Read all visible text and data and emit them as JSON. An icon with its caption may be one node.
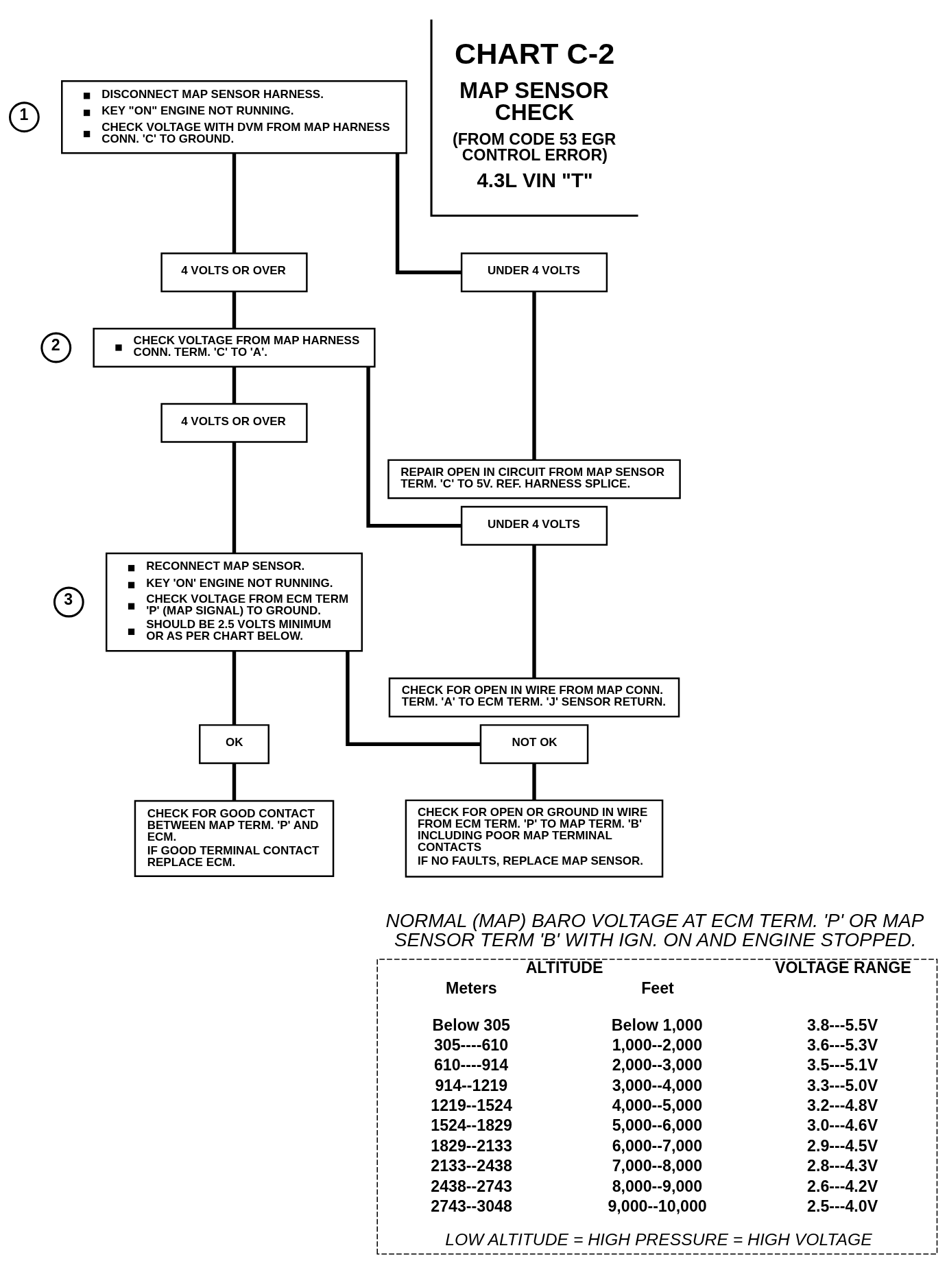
{
  "diagram": {
    "nodes": [
      {
        "text": [
          "CHART C-2",
          "MAP SENSOR CHECK",
          "(FROM CODE 53 EGR CONTROL ERROR)",
          "4.3L VIN \"T\""
        ]
      },
      {
        "text": [
          "DISCONNECT MAP SENSOR HARNESS.",
          "KEY \"ON\" ENGINE NOT RUNNING.",
          "CHECK VOLTAGE WITH DVM FROM MAP HARNESS CONN. 'C' TO GROUND."
        ],
        "beside": [
          "1"
        ]
      },
      {
        "text": [
          "4 VOLTS OR OVER"
        ]
      },
      {
        "text": [
          "UNDER 4 VOLTS"
        ]
      },
      {
        "text": [
          "CHECK VOLTAGE FROM MAP HARNESS CONN. TERM. 'C' TO 'A'."
        ],
        "beside": [
          "2"
        ]
      },
      {
        "text": [
          "REPAIR OPEN IN CIRCUIT FROM MAP SENSOR TERM. 'C' TO 5V. REF. HARNESS SPLICE."
        ]
      },
      {
        "text": [
          "4 VOLTS OR OVER"
        ]
      },
      {
        "text": [
          "UNDER 4 VOLTS"
        ]
      },
      {
        "text": [
          "RECONNECT MAP SENSOR.",
          "KEY 'ON' ENGINE NOT RUNNING.",
          "CHECK VOLTAGE FROM ECM TERM 'P' (MAP SIGNAL) TO GROUND.",
          "SHOULD BE 2.5 VOLTS MINIMUM OR AS PER CHART BELOW."
        ],
        "beside": [
          "3"
        ]
      },
      {
        "text": [
          "CHECK FOR OPEN IN WIRE FROM MAP CONN. TERM. 'A' TO ECM TERM. 'J' SENSOR RETURN."
        ]
      },
      {
        "text": [
          "OK"
        ]
      },
      {
        "text": [
          "NOT OK"
        ]
      },
      {
        "text": [
          "CHECK FOR GOOD CONTACT BETWEEN MAP TERM. 'P' AND ECM.",
          "IF GOOD TERMINAL CONTACT REPLACE ECM."
        ]
      },
      {
        "text": [
          "CHECK FOR OPEN OR GROUND IN WIRE FROM ECM TERM. 'P' TO MAP TERM. 'B' INCLUDING POOR MAP TERMINAL CONTACTS",
          "IF NO FAULTS, REPLACE MAP SENSOR."
        ]
      },
      {
        "text": [
          "NORMAL (MAP) BARO VOLTAGE AT ECM TERM. 'P' OR MAP SENSOR TERM 'B' WITH IGN. ON AND ENGINE STOPPED.",
          "ALTITUDE",
          "VOLTAGE RANGE",
          "Meters",
          "Feet",
          "Below 305",
          "Below 1,000",
          "3.8---5.5V",
          "305----610",
          "1,000--2,000",
          "3.6---5.3V",
          "610----914",
          "2,000--3,000",
          "3.5---5.1V",
          "914--1219",
          "3,000--4,000",
          "3.3---5.0V",
          "1219--1524",
          "4,000--5,000",
          "3.2---4.8V",
          "1524--1829",
          "5,000--6,000",
          "3.0---4.6V",
          "1829--2133",
          "6,000--7,000",
          "2.9---4.5V",
          "2133--2438",
          "7,000--8,000",
          "2.8---4.3V",
          "2438--2743",
          "8,000--9,000",
          "2.6---4.2V",
          "2743--3048",
          "9,000--10,000",
          "2.5---4.0V",
          "LOW ALTITUDE = HIGH PRESSURE = HIGH VOLTAGE"
        ]
      }
    ],
    "edges": [
      {
        "from": 1,
        "to": 2,
        "arrow": "none"
      },
      {
        "from": 1,
        "to": 3,
        "arrow": "none"
      },
      {
        "from": 2,
        "to": 4,
        "arrow": "none"
      },
      {
        "from": 3,
        "to": 5,
        "arrow": "none"
      },
      {
        "from": 4,
        "to": 6,
        "arrow": "none"
      },
      {
        "from": 4,
        "to": 7,
        "arrow": "none"
      },
      {
        "from": 6,
        "to": 8,
        "arrow": "none"
      },
      {
        "from": 7,
        "to": 9,
        "arrow": "none"
      },
      {
        "from": 8,
        "to": 10,
        "arrow": "none"
      },
      {
        "from": 8,
        "to": 11,
        "arrow": "none"
      },
      {
        "from": 10,
        "to": 12,
        "arrow": "none"
      },
      {
        "from": 11,
        "to": 13,
        "arrow": "none"
      }
    ]
  }
}
